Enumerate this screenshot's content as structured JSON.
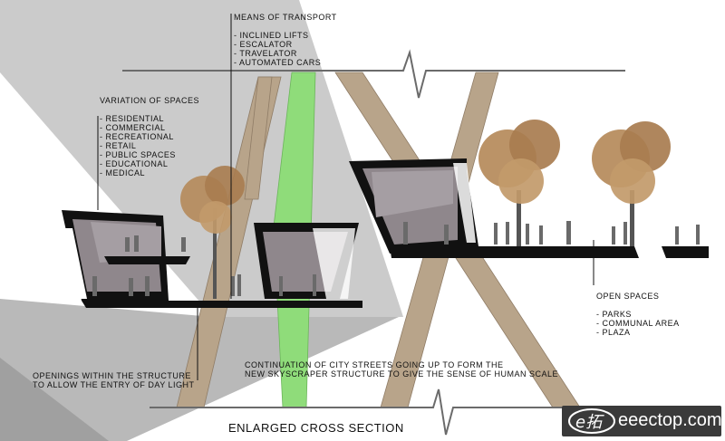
{
  "transport": {
    "heading": "MEANS OF TRANSPORT",
    "items": [
      "INCLINED LIFTS",
      "ESCALATOR",
      "TRAVELATOR",
      "AUTOMATED CARS"
    ]
  },
  "spaces": {
    "heading": "VARIATION OF SPACES",
    "items": [
      "RESIDENTIAL",
      "COMMERCIAL",
      "RECREATIONAL",
      "RETAIL",
      "PUBLIC SPACES",
      "EDUCATIONAL",
      "MEDICAL"
    ]
  },
  "open_spaces": {
    "heading": "OPEN SPACES",
    "items": [
      "PARKS",
      "COMMUNAL AREA",
      "PLAZA"
    ]
  },
  "notes": {
    "streets_line1": "CONTINUATION OF CITY STREETS GOING UP TO FORM THE",
    "streets_line2": "NEW SKYSCRAPER STRUCTURE TO GIVE THE SENSE OF HUMAN SCALE",
    "openings_line1": "OPENINGS WITHIN THE STRUCTURE",
    "openings_line2": "TO ALLOW  THE ENTRY OF DAY LIGHT"
  },
  "title": "ENLARGED CROSS SECTION",
  "watermark": {
    "logo_text": "e拓",
    "site": "eeectop.com"
  },
  "colors": {
    "street": "#b8a48a",
    "green_path": "#8fdc7a",
    "structure": "#111111",
    "interior": "#8f878c",
    "light_cone": "#c8c8c8",
    "foliage": "#b58a5a"
  }
}
